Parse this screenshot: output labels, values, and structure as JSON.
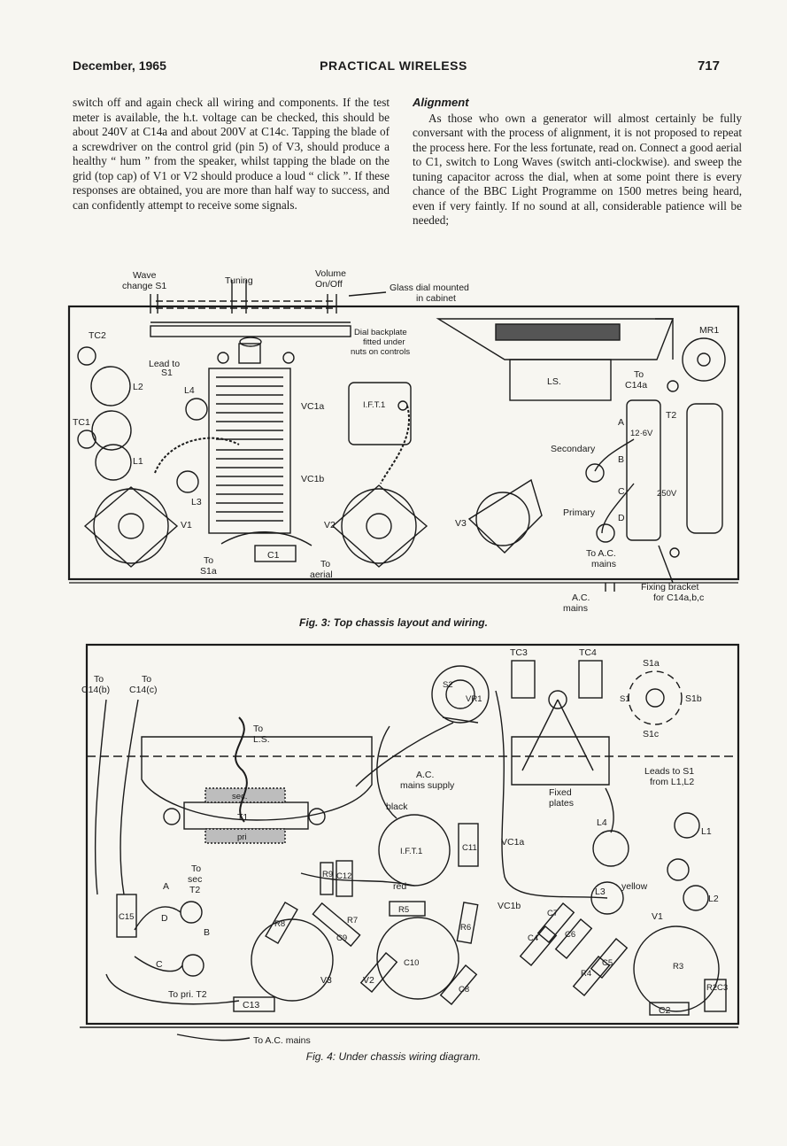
{
  "header": {
    "date": "December, 1965",
    "magazine": "PRACTICAL WIRELESS",
    "page": "717"
  },
  "left_column": {
    "text": "switch off and again check all wiring and components. If the test meter is available, the h.t. voltage can be checked, this should be about 240V at C14a and about 200V at C14c. Tapping the blade of a screwdriver on the control grid (pin 5) of V3, should produce a healthy “ hum ” from the speaker, whilst tapping the blade on the grid (top cap) of V1 or V2 should produce a loud “ click ”. If these responses are obtained, you are more than half way to success, and can confidently attempt to receive some signals."
  },
  "right_column": {
    "heading": "Alignment",
    "text": "As those who own a generator will almost certainly be fully conversant with the process of alignment, it is not proposed to repeat the process here. For the less fortunate, read on. Connect a good aerial to C1, switch to Long Waves (switch anti-clockwise). and sweep the tuning capacitor across the dial, when at some point there is every chance of the BBC Light Programme on 1500 metres being heard, even if very faintly. If no sound at all, considerable patience will be needed;"
  },
  "figure3": {
    "caption": "Fig. 3: Top chassis layout and wiring.",
    "labels": {
      "wave_change": "Wave",
      "wave_change2": "change S1",
      "tuning": "Tuning",
      "volume": "Volume",
      "volume2": "On/Off",
      "glass_dial": "Glass dial mounted",
      "glass_dial2": "in cabinet",
      "dial_backplate": "Dial backplate",
      "dial_backplate2": "fitted under",
      "dial_backplate3": "nuts on controls",
      "tc2": "TC2",
      "tc1": "TC1",
      "lead_to": "Lead to",
      "lead_to2": "S1",
      "l2": "L2",
      "l1": "L1",
      "l3": "L3",
      "l4": "L4",
      "vc1a": "VC1a",
      "vc1b": "VC1b",
      "ift1": "I.F.T.1",
      "v1": "V1",
      "v2": "V2",
      "v3": "V3",
      "to_s1a": "To",
      "to_s1a2": "S1a",
      "c1": "C1",
      "to_aerial": "To",
      "to_aerial2": "aerial",
      "ls": "LS.",
      "mr1": "MR1",
      "to_c14a": "To",
      "to_c14a2": "C14a",
      "t2": "T2",
      "a": "A",
      "b": "B",
      "c": "C",
      "d": "D",
      "v126": "12·6V",
      "v250": "250V",
      "secondary": "Secondary",
      "primary": "Primary",
      "to_ac": "To A.C.",
      "to_ac2": "mains",
      "ac_mains": "A.C.",
      "ac_mains2": "mains",
      "fixing": "Fixing bracket",
      "fixing2": "for C14a,b,c"
    }
  },
  "figure4": {
    "caption": "Fig. 4: Under chassis wiring diagram.",
    "labels": {
      "to_c14b": "To",
      "to_c14b2": "C14(b)",
      "to_c14c": "To",
      "to_c14c2": "C14(c)",
      "to_ls": "To",
      "to_ls2": "L.S.",
      "sec": "sec.",
      "t1": "T1",
      "pri": "pri",
      "to_sec": "To",
      "to_sec2": "sec",
      "to_sec3": "T2",
      "a": "A",
      "b": "B",
      "c": "C",
      "d": "D",
      "c15": "C15",
      "to_pri": "To pri. T2",
      "c13": "C13",
      "r9": "R9",
      "c12": "C12",
      "r8": "R8",
      "r7": "R7",
      "c9": "C9",
      "r5": "R5",
      "r6": "R6",
      "c10": "C10",
      "c8": "C8",
      "c11": "C11",
      "ift1": "I.F.T.1",
      "red": "red",
      "black": "black",
      "ac_supply": "A.C.",
      "ac_supply2": "mains supply",
      "s2": "S2",
      "vr1": "VR1",
      "tc3": "TC3",
      "tc4": "TC4",
      "s1a": "S1a",
      "s1b": "S1b",
      "s1c": "S1c",
      "s1": "S1",
      "fixed": "Fixed",
      "fixed2": "plates",
      "vc1a": "VC1a",
      "vc1b": "VC1b",
      "leads": "Leads to S1",
      "leads2": "from L1,L2",
      "l1": "L1",
      "l2": "L2",
      "l3": "L3",
      "l4": "L4",
      "yellow": "yellow",
      "v1": "V1",
      "v2": "V2",
      "v3": "V3",
      "c7": "C7",
      "c6": "C6",
      "c4": "C4",
      "r4": "R4",
      "c5": "C5",
      "r3": "R3",
      "r2": "R2",
      "c3": "C3",
      "c2": "C2",
      "to_ac": "To A.C. mains"
    }
  }
}
